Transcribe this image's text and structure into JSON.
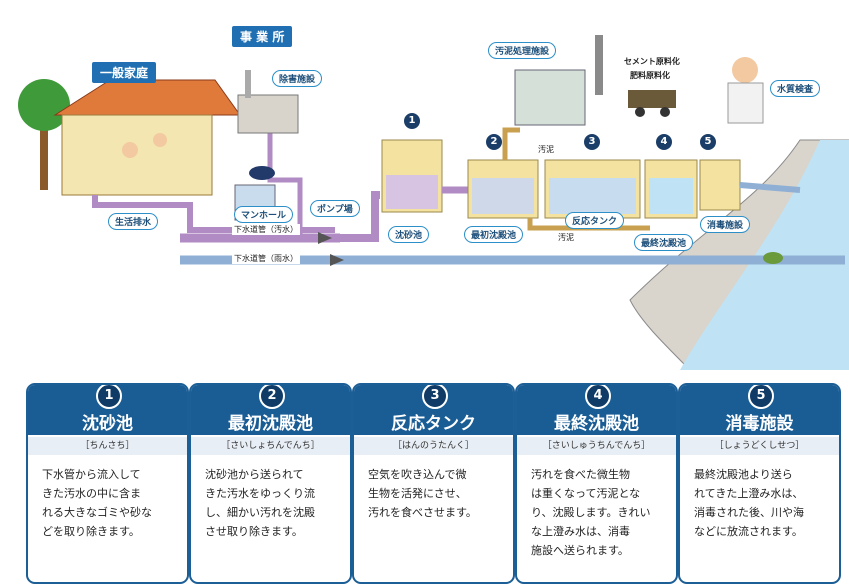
{
  "labels": {
    "household": "一般家庭",
    "office": "事 業 所",
    "harm_facility": "除害施設",
    "sludge_facility": "汚泥処理施設",
    "cement": "セメント原料化",
    "fertilizer": "肥料原料化",
    "water_test": "水質検査",
    "domestic_waste": "生活排水",
    "manhole": "マンホール",
    "pump": "ポンプ場",
    "sewer_foul": "下水道管（汚水）",
    "sewer_rain": "下水道管（雨水）",
    "grit": "沈砂池",
    "primary": "最初沈殿池",
    "reaction": "反応タンク",
    "final": "最終沈殿池",
    "disinfect": "消毒施設",
    "sludge_top": "汚泥",
    "sludge_bottom": "汚泥"
  },
  "markers": [
    "1",
    "2",
    "3",
    "4",
    "5"
  ],
  "cards": [
    {
      "num": "1",
      "title": "沈砂池",
      "reading": "［ちんさち］",
      "lines": [
        "下水管から流入して",
        "きた汚水の中に含ま",
        "れる大きなゴミや砂な",
        "どを取り除きます。"
      ]
    },
    {
      "num": "2",
      "title": "最初沈殿池",
      "reading": "［さいしょちんでんち］",
      "lines": [
        "沈砂池から送られて",
        "きた汚水をゆっくり流",
        "し、細かい汚れを沈殿",
        "させ取り除きます。"
      ]
    },
    {
      "num": "3",
      "title": "反応タンク",
      "reading": "［はんのうたんく］",
      "lines": [
        "空気を吹き込んで微",
        "生物を活発にさせ、",
        "汚れを食べさせます。"
      ]
    },
    {
      "num": "4",
      "title": "最終沈殿池",
      "reading": "［さいしゅうちんでんち］",
      "lines": [
        "汚れを食べた微生物",
        "は重くなって汚泥とな",
        "り、沈殿します。きれい",
        "な上澄み水は、消毒",
        "施設へ送られます。"
      ]
    },
    {
      "num": "5",
      "title": "消毒施設",
      "reading": "［しょうどくしせつ］",
      "lines": [
        "最終沈殿池より送ら",
        "れてきた上澄み水は、",
        "消毒された後、川や海",
        "などに放流されます。"
      ]
    }
  ],
  "colors": {
    "card_blue": "#1a5d95",
    "pipe_purple": "#b08bc4",
    "pipe_blue": "#8fb0d4",
    "water": "#bfe3f4"
  }
}
